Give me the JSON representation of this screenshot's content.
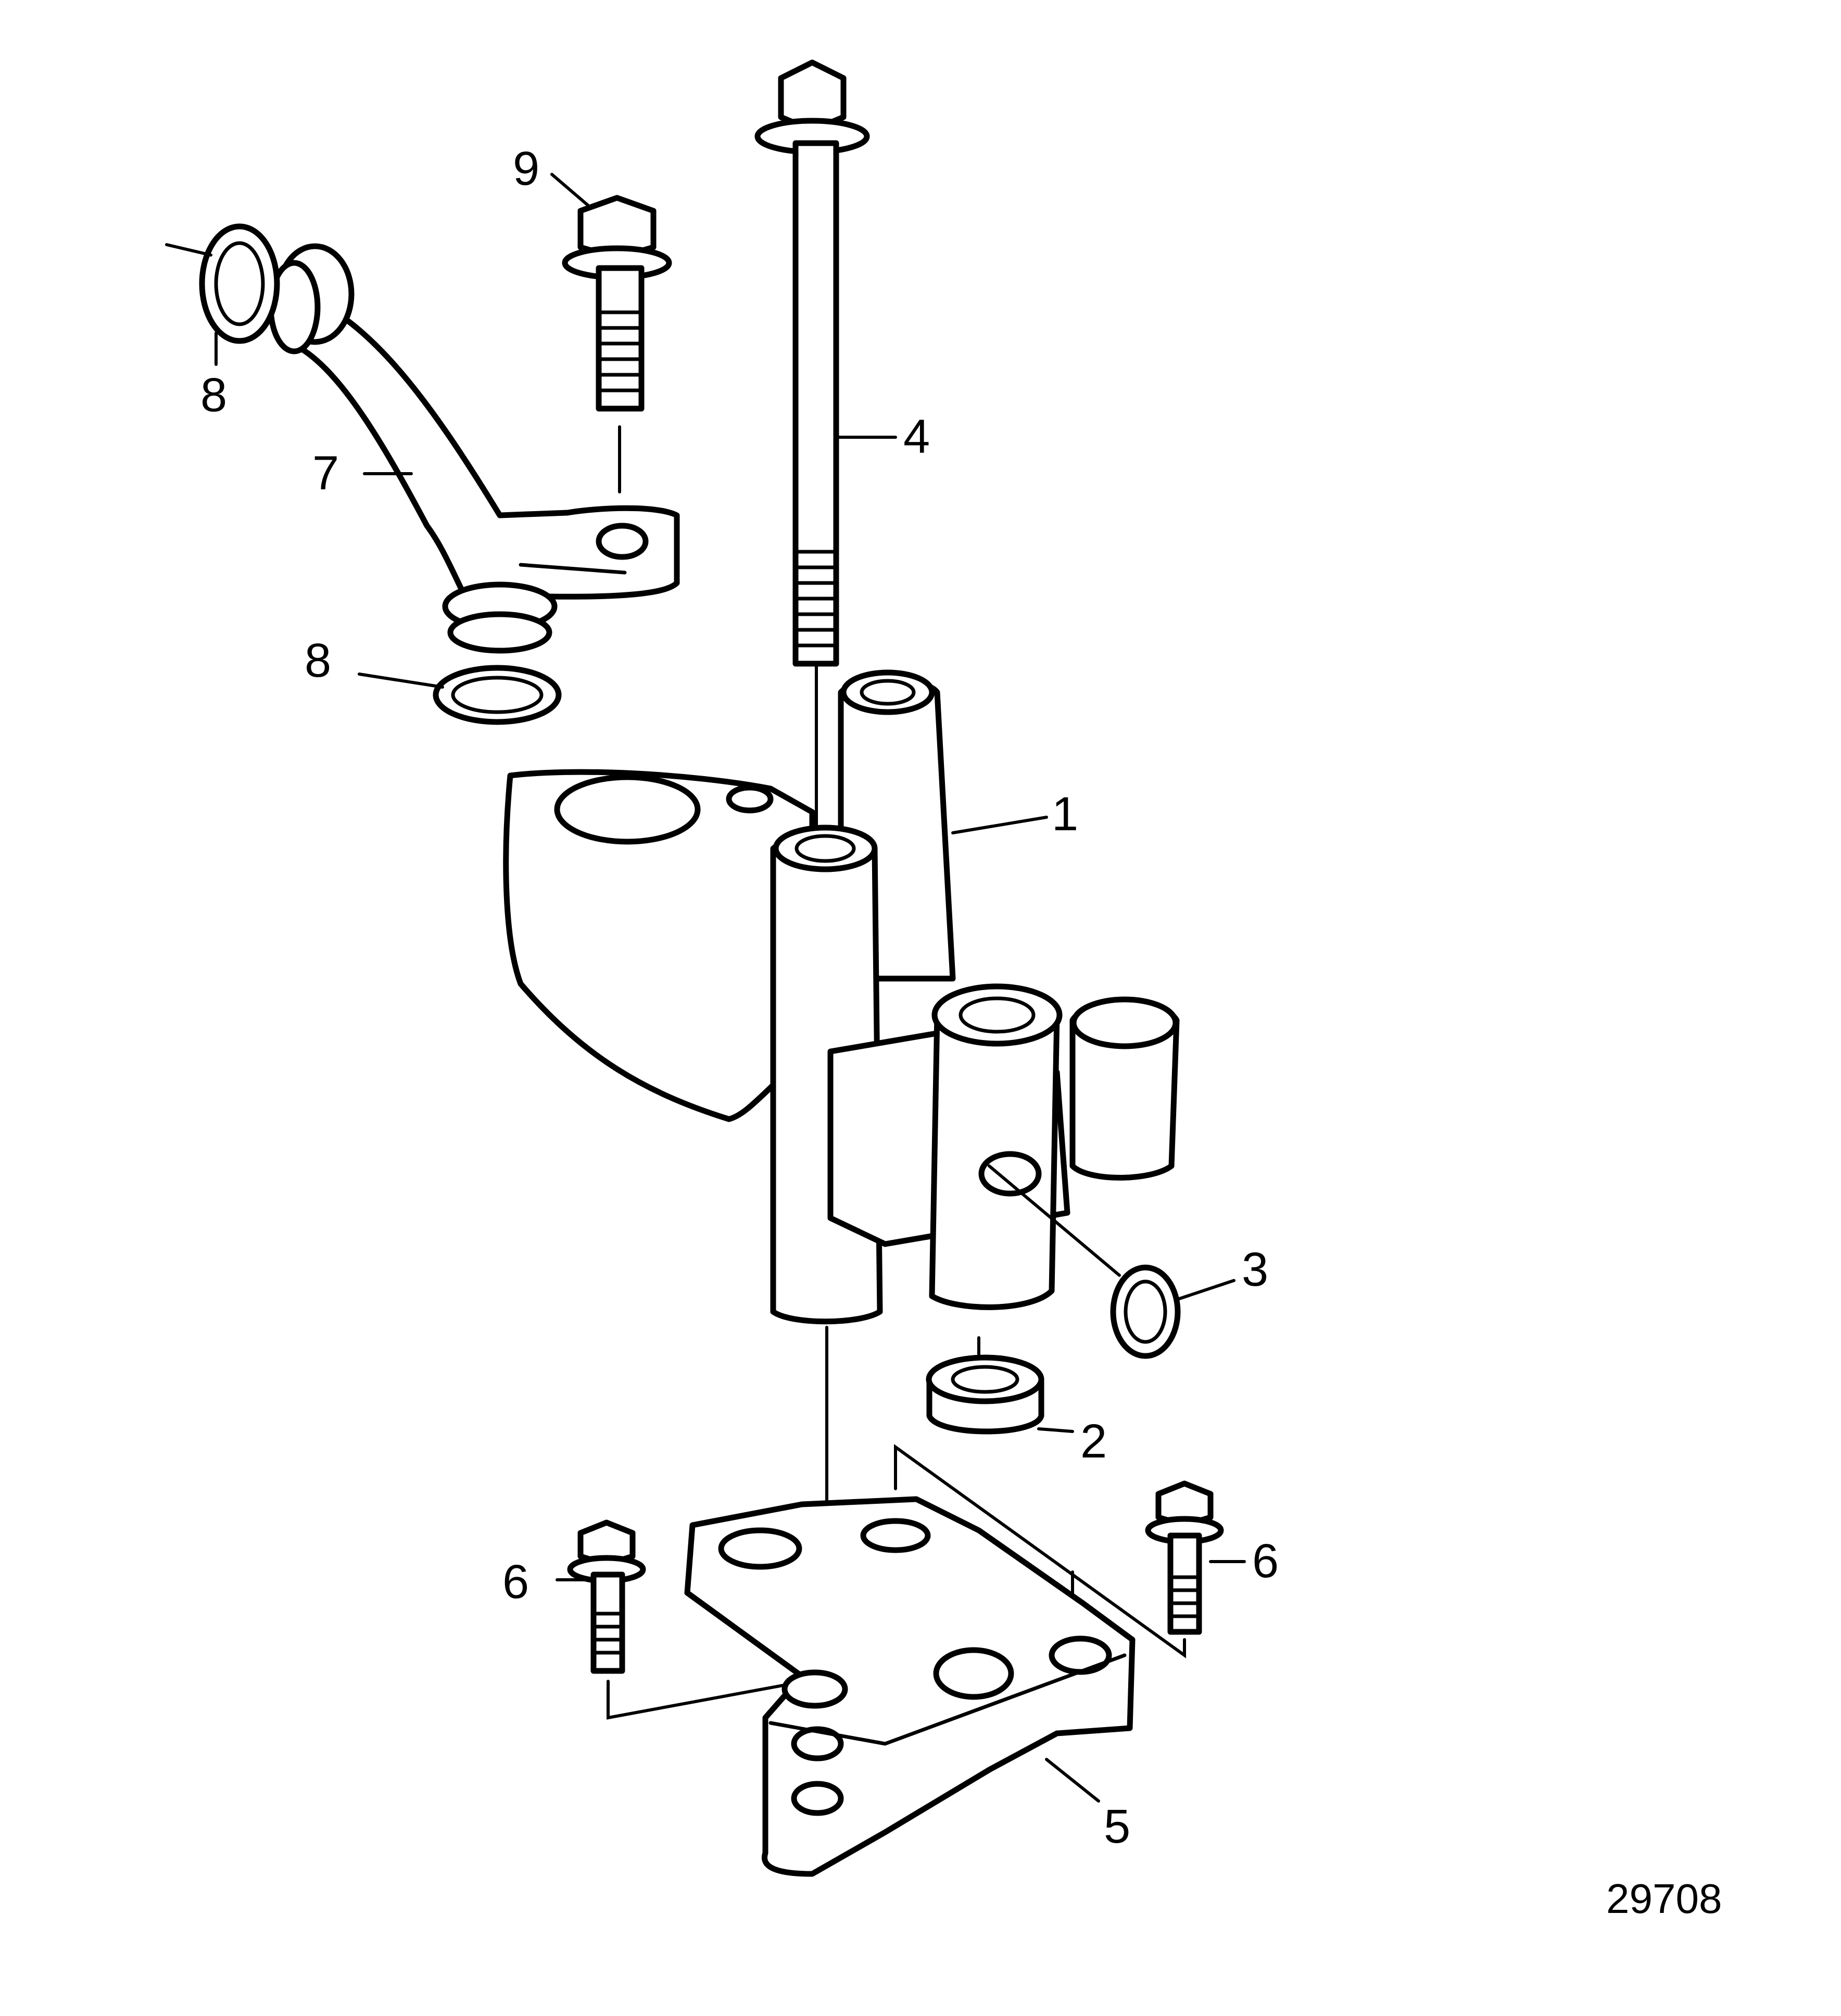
{
  "callouts": {
    "c1": "1",
    "c2": "2",
    "c3": "3",
    "c4": "4",
    "c5": "5",
    "c6a": "6",
    "c6b": "6",
    "c7": "7",
    "c8a": "8",
    "c8b": "8",
    "c9": "9"
  },
  "figure_number": "29708",
  "colors": {
    "line": "#000000",
    "background": "#ffffff"
  },
  "icons": [
    "bolt-icon",
    "washer-icon",
    "pipe-icon",
    "bracket-icon",
    "nut-icon",
    "sleeve-icon"
  ]
}
